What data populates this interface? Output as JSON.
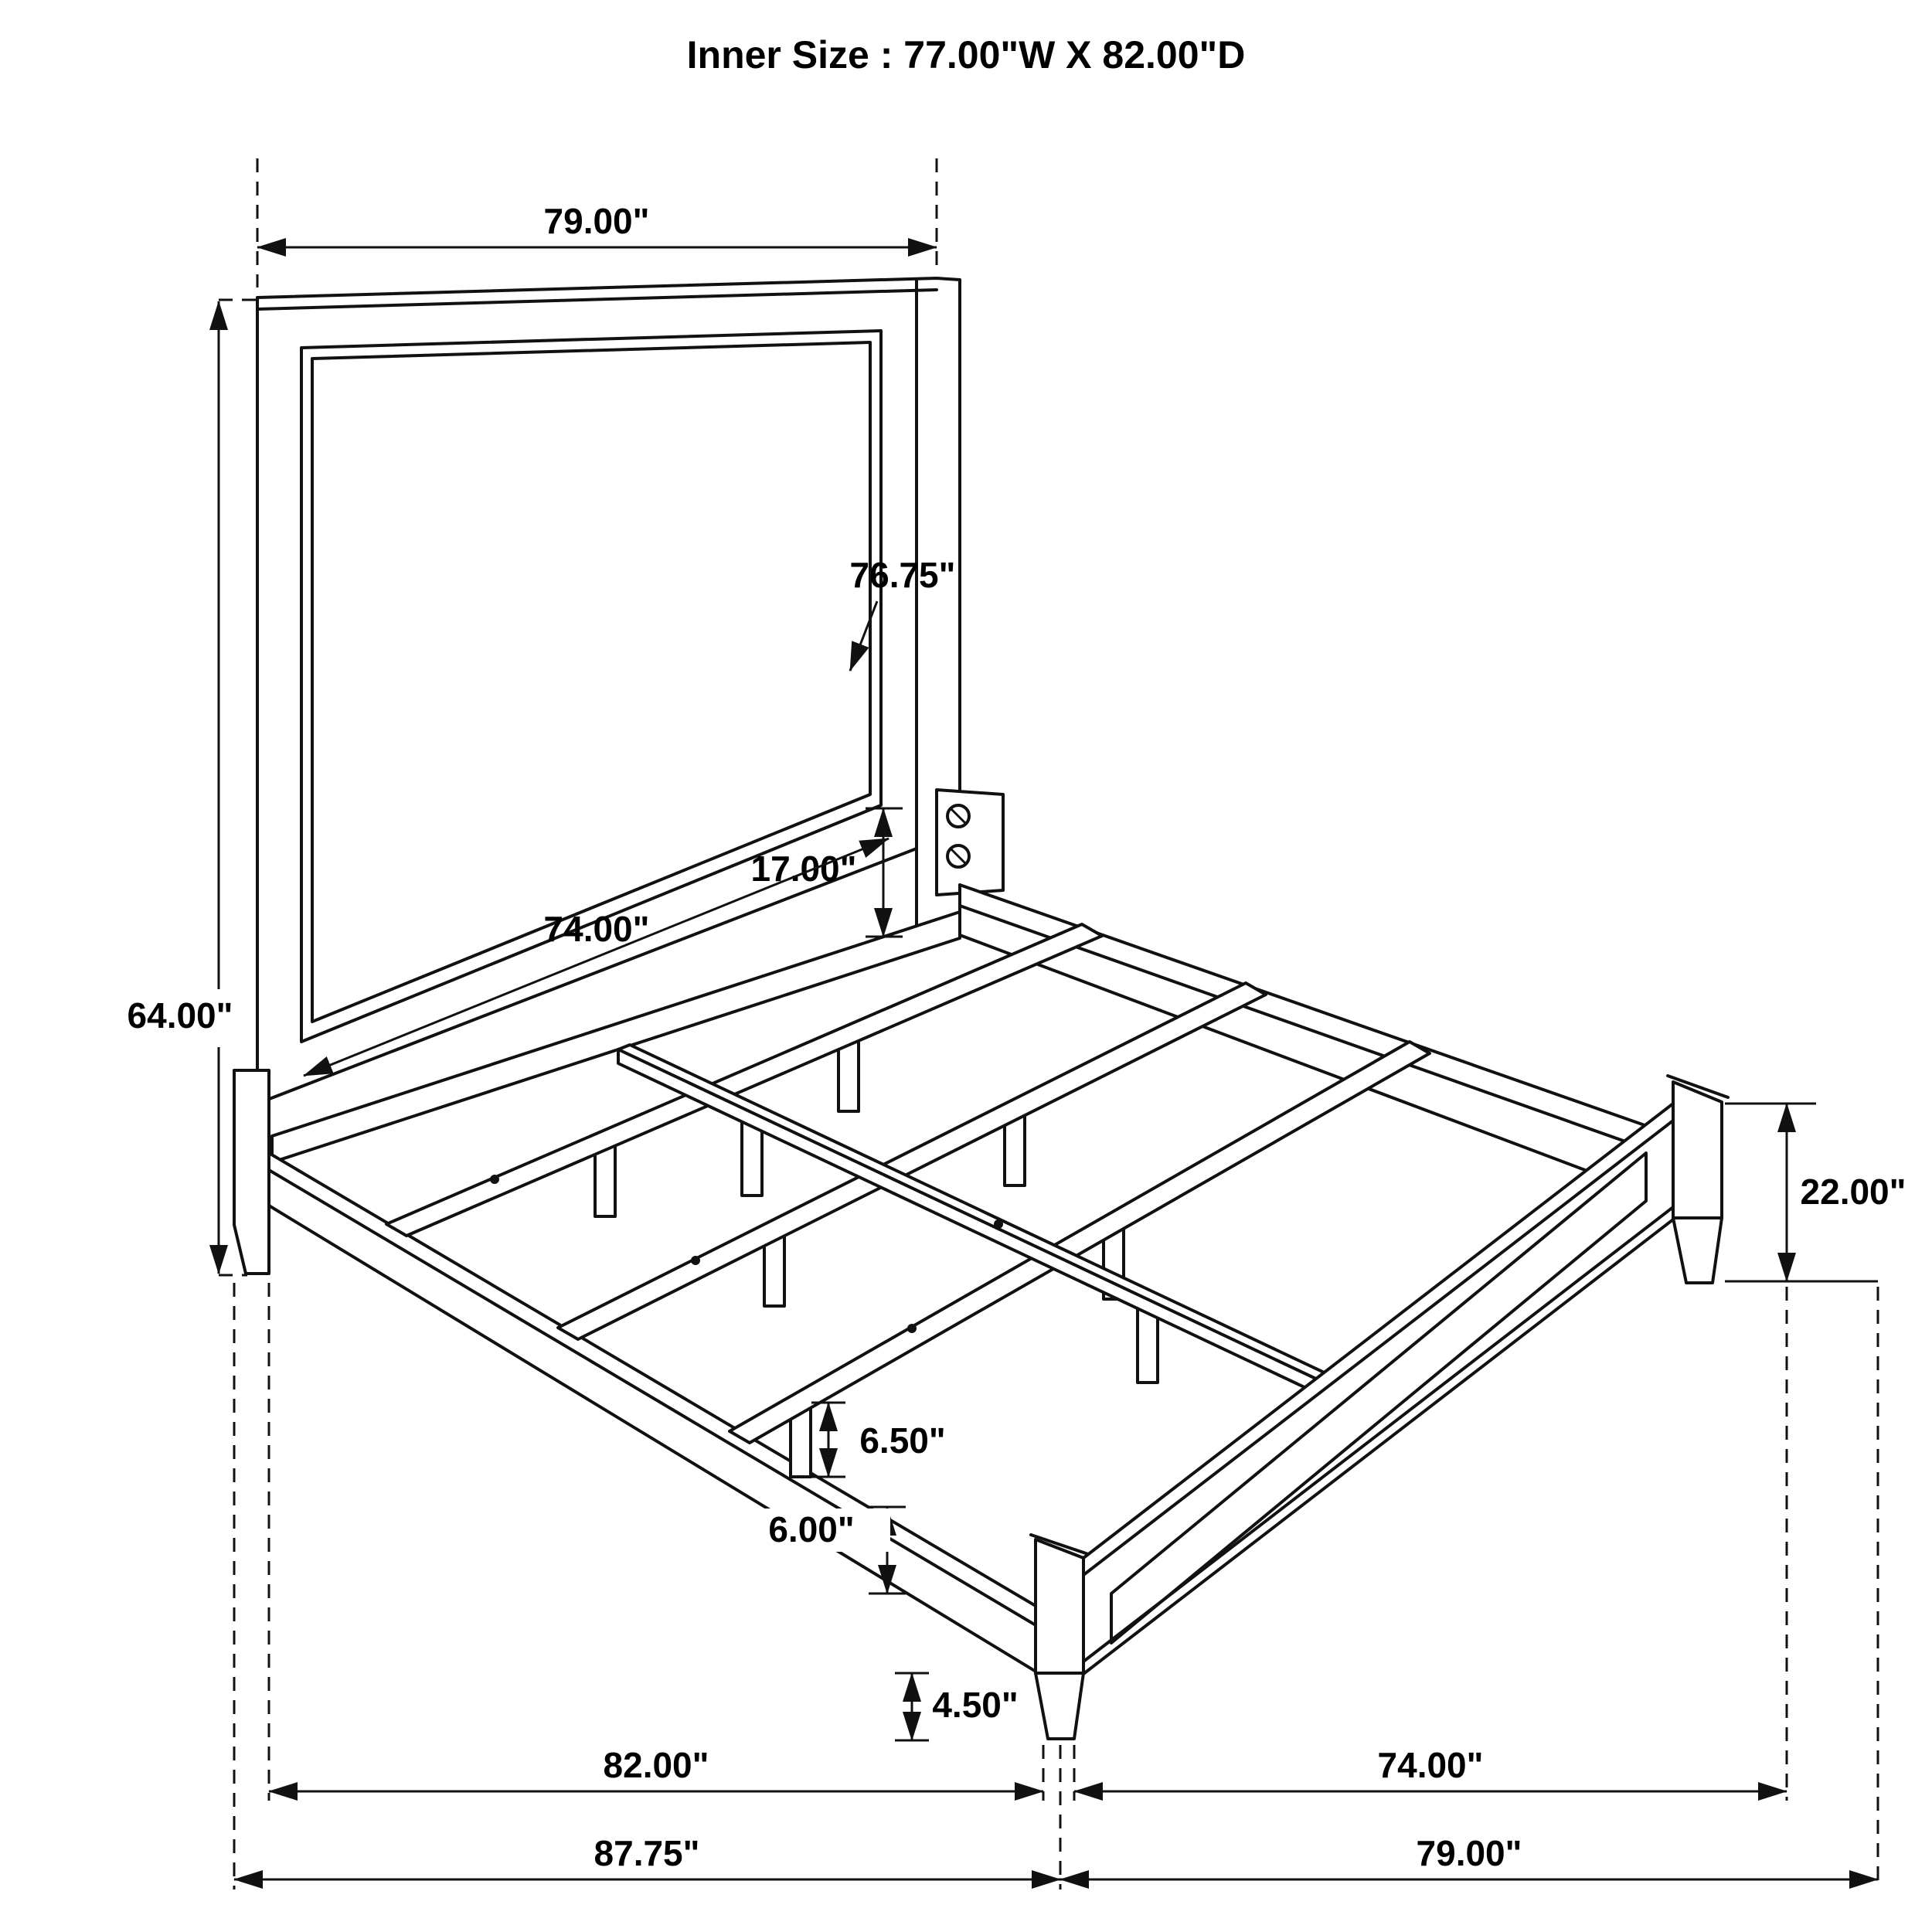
{
  "title": "Inner Size : 77.00\"W X 82.00\"D",
  "colors": {
    "line": "#111111",
    "background": "#ffffff"
  },
  "labels": {
    "hb_width": "79.00\"",
    "hb_height": "64.00\"",
    "panel_to_rail": "17.00\"",
    "hb_inner_width": "74.00\"",
    "center_rail_length": "76.75\"",
    "fb_height": "22.00\"",
    "slat_leg_height": "6.50\"",
    "rail_clearance": "6.00\"",
    "foot_height": "4.50\"",
    "rail_span": "82.00\"",
    "fb_inner_width": "74.00\"",
    "overall_depth": "87.75\"",
    "fb_width": "79.00\""
  }
}
